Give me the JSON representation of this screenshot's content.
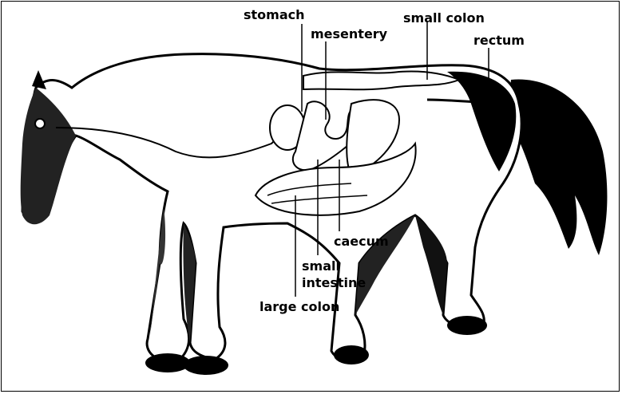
{
  "labels": {
    "stomach": "stomach",
    "mesentery": "mesentery",
    "small_colon": "small colon",
    "rectum": "rectum",
    "caecum": "caecum",
    "small_intestine_line1": "small",
    "small_intestine_line2": "intestine",
    "large_colon": "large colon"
  },
  "colors": {
    "ink": "#000000",
    "paper": "#ffffff"
  }
}
